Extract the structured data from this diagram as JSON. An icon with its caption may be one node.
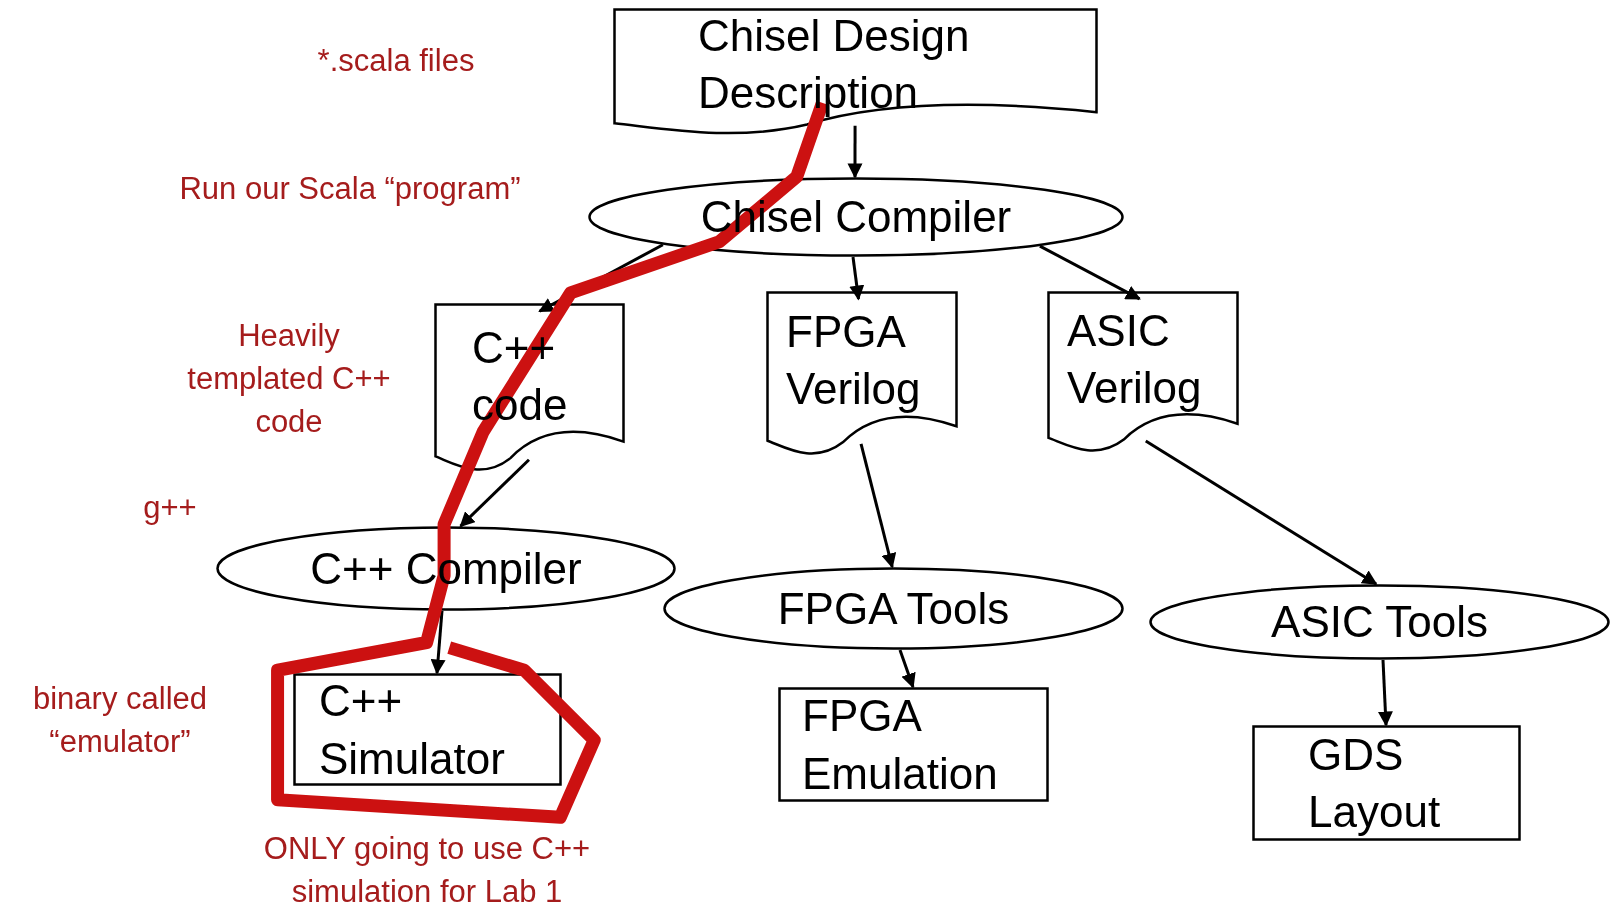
{
  "diagram": {
    "nodes": [
      {
        "text": [
          "Chisel Design Description"
        ]
      },
      {
        "text": [
          "Chisel Compiler"
        ]
      },
      {
        "text": [
          "C++ code"
        ]
      },
      {
        "text": [
          "FPGA Verilog"
        ]
      },
      {
        "text": [
          "ASIC Verilog"
        ]
      },
      {
        "text": [
          "C++ Compiler"
        ]
      },
      {
        "text": [
          "FPGA Tools"
        ]
      },
      {
        "text": [
          "ASIC Tools"
        ]
      },
      {
        "text": [
          "C++ Simulator"
        ]
      },
      {
        "text": [
          "FPGA Emulation"
        ]
      },
      {
        "text": [
          "GDS Layout"
        ]
      }
    ],
    "edges": [
      {
        "from": 0,
        "to": 1,
        "arrow": "to"
      },
      {
        "from": 1,
        "to": 2,
        "arrow": "to"
      },
      {
        "from": 1,
        "to": 3,
        "arrow": "to"
      },
      {
        "from": 1,
        "to": 4,
        "arrow": "to"
      },
      {
        "from": 2,
        "to": 5,
        "arrow": "to"
      },
      {
        "from": 5,
        "to": 8,
        "arrow": "to"
      },
      {
        "from": 3,
        "to": 6,
        "arrow": "to"
      },
      {
        "from": 6,
        "to": 9,
        "arrow": "to"
      },
      {
        "from": 4,
        "to": 7,
        "arrow": "to"
      },
      {
        "from": 7,
        "to": 10,
        "arrow": "to"
      }
    ],
    "labels": [
      "*.scala files",
      "Run our Scala “program”",
      "Heavily templated C++ code",
      "g++",
      "binary called “emulator”",
      "ONLY going to use C++ simulation for Lab 1"
    ]
  }
}
